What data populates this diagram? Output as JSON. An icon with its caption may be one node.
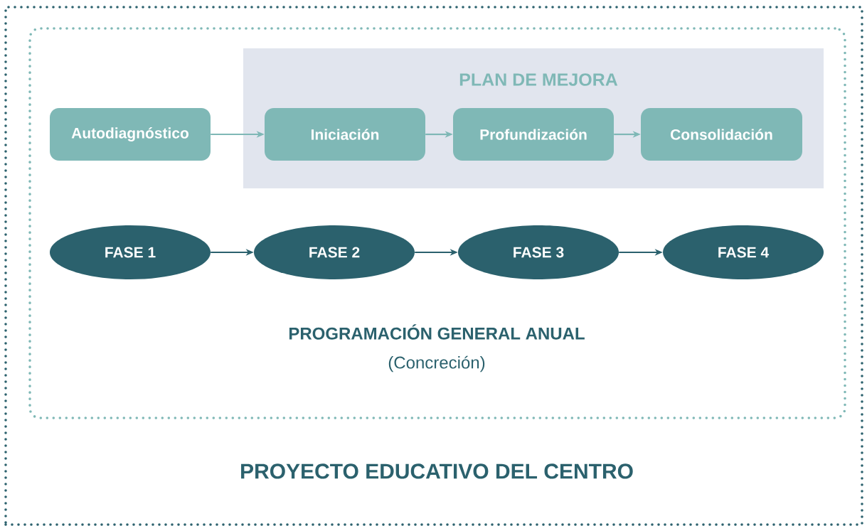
{
  "diagram": {
    "nodes": [
      {
        "text": [
          "PROYECTO EDUCATIVO DEL CENTRO"
        ]
      },
      {
        "text": [
          "PROGRAMACIÓN GENERAL ANUAL",
          "(Concreción)"
        ],
        "in": 0
      },
      {
        "text": [
          "Autodiagnóstico"
        ],
        "in": 1
      },
      {
        "text": [
          "PLAN DE MEJORA"
        ],
        "in": 1
      },
      {
        "text": [
          "Iniciación"
        ],
        "in": 3
      },
      {
        "text": [
          "Profundización"
        ],
        "in": 3
      },
      {
        "text": [
          "Consolidación"
        ],
        "in": 3
      },
      {
        "text": [
          "FASE 1"
        ],
        "in": 1
      },
      {
        "text": [
          "FASE 2"
        ],
        "in": 1
      },
      {
        "text": [
          "FASE 3"
        ],
        "in": 1
      },
      {
        "text": [
          "FASE 4"
        ],
        "in": 1
      }
    ],
    "edges": [
      {
        "from": 2,
        "to": 4,
        "arrow": "to",
        "color": "#7fb8b6"
      },
      {
        "from": 4,
        "to": 5,
        "arrow": "to",
        "color": "#7fb8b6"
      },
      {
        "from": 5,
        "to": 6,
        "arrow": "to",
        "color": "#7fb8b6"
      },
      {
        "from": 7,
        "to": 8,
        "arrow": "to",
        "color": "#2b616d"
      },
      {
        "from": 8,
        "to": 9,
        "arrow": "to",
        "color": "#2b616d"
      },
      {
        "from": 9,
        "to": 10,
        "arrow": "to",
        "color": "#2b616d"
      }
    ]
  }
}
